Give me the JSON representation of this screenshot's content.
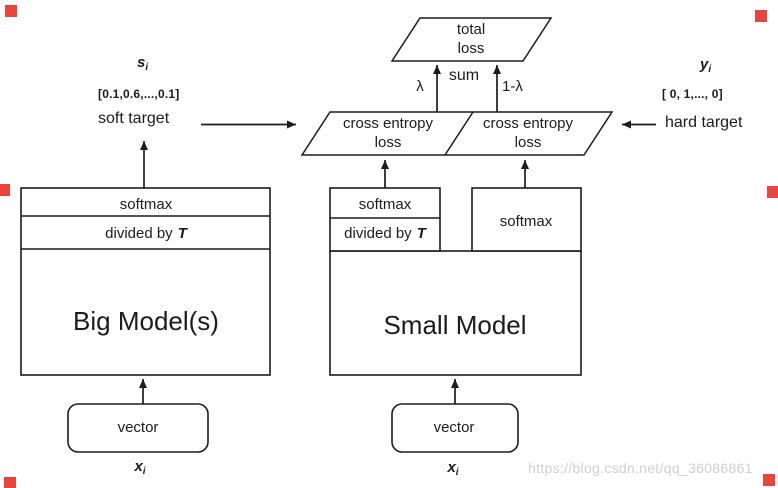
{
  "diagram_title": "knowledge-distillation-architecture",
  "colors": {
    "line": "#1c1c1c",
    "text": "#1c1c1c",
    "background": "#ffffff",
    "watermark_text": "#cfcfcf",
    "corner_marker_red": "#e8453c"
  },
  "nodes": {
    "total_loss": {
      "line1": "total",
      "line2": "loss"
    },
    "cross_entropy_left": {
      "line1": "cross entropy",
      "line2": "loss"
    },
    "cross_entropy_right": {
      "line1": "cross entropy",
      "line2": "loss"
    },
    "big_model": {
      "softmax": "softmax",
      "divided_by": "divided by",
      "temperature": "T",
      "name": "Big Model(s)"
    },
    "small_model": {
      "left_softmax": "softmax",
      "left_divided_by": "divided by",
      "left_temperature": "T",
      "right_softmax": "softmax",
      "name": "Small Model"
    },
    "vector_left": "vector",
    "vector_right": "vector"
  },
  "labels": {
    "lambda": "λ",
    "sum": "sum",
    "one_minus_lambda": "1-λ",
    "soft_symbol": {
      "base": "s",
      "sub": "i"
    },
    "soft_values": "[0.1,0.6,...,0.1]",
    "soft_target": "soft target",
    "hard_symbol": {
      "base": "y",
      "sub": "i"
    },
    "hard_values": "[ 0, 1,..., 0]",
    "hard_target": "hard target",
    "input_left_symbol": {
      "base": "x",
      "sub": "i"
    },
    "input_right_symbol": {
      "base": "x",
      "sub": "i"
    }
  },
  "watermark": "https://blog.csdn.net/qq_36086861"
}
